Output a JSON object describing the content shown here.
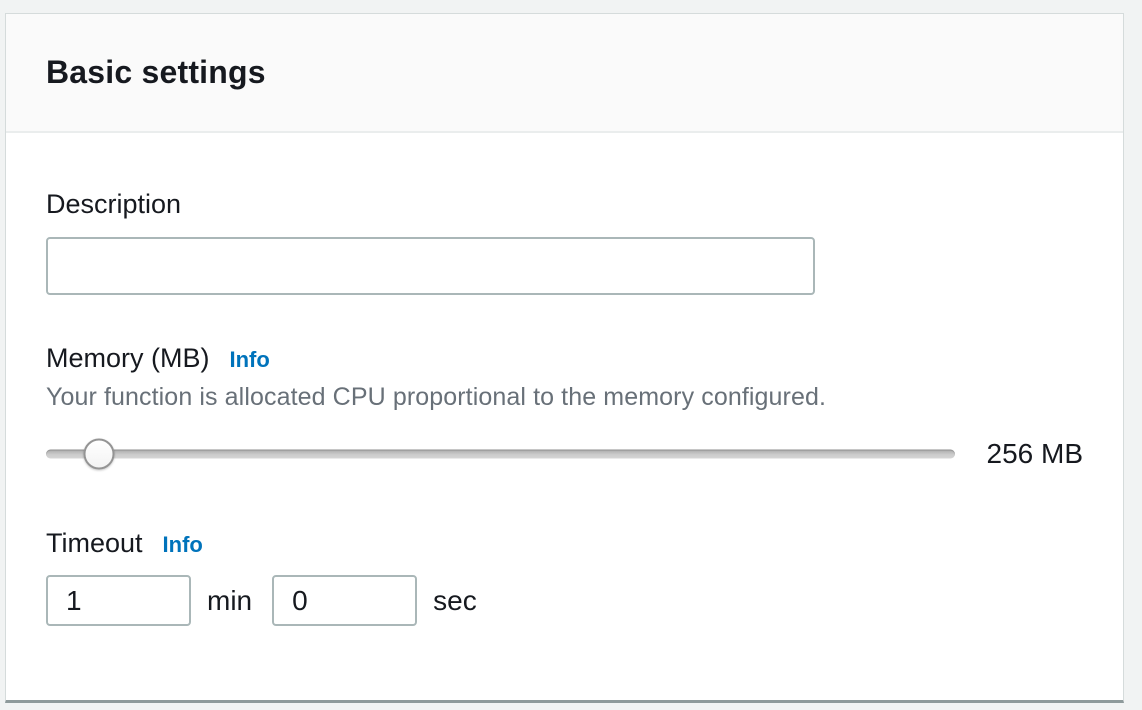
{
  "panel": {
    "title": "Basic settings"
  },
  "description": {
    "label": "Description",
    "value": "",
    "placeholder": ""
  },
  "memory": {
    "label": "Memory (MB)",
    "info_label": "Info",
    "helper": "Your function is allocated CPU proportional to the memory configured.",
    "value_display": "256 MB",
    "slider_percent": 5.8
  },
  "timeout": {
    "label": "Timeout",
    "info_label": "Info",
    "minutes": "1",
    "minutes_unit": "min",
    "seconds": "0",
    "seconds_unit": "sec"
  },
  "colors": {
    "link_blue": "#0073bb",
    "text_dark": "#16191f",
    "helper_gray": "#687078",
    "input_border": "#aab7b8",
    "header_bg": "#fafafa",
    "page_bg": "#f1f3f3"
  }
}
